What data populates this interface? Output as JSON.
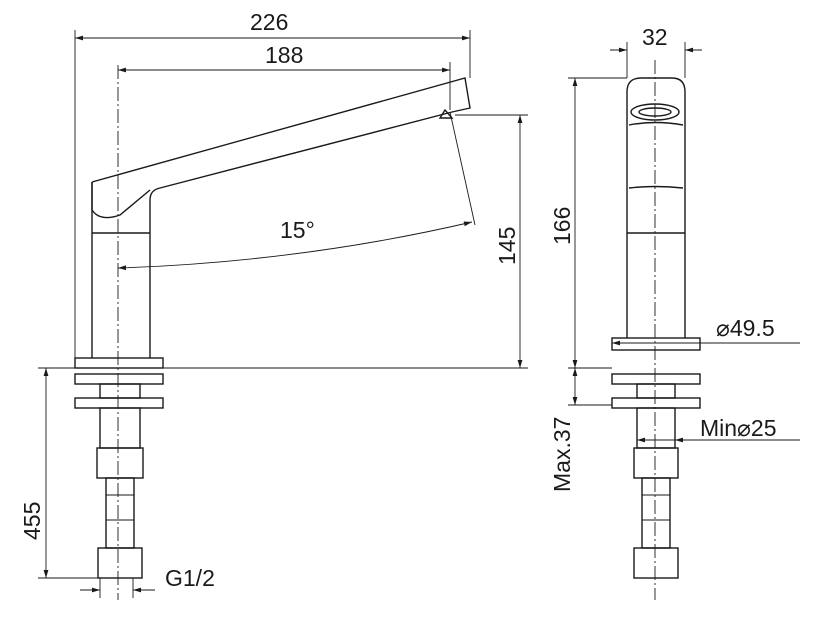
{
  "drawing": {
    "side_view": {
      "overall_length": "226",
      "spout_reach": "188",
      "swivel_angle": "15°",
      "spout_height": "145",
      "hose_length": "455",
      "connection_thread": "G1/2"
    },
    "front_view": {
      "body_width": "32",
      "total_height": "166",
      "base_diameter": "⌀49.5",
      "max_deck_thickness": "Max.37",
      "min_hole_diameter": "Min⌀25"
    },
    "colors": {
      "line": "#1a1a1a",
      "background": "#ffffff"
    }
  }
}
